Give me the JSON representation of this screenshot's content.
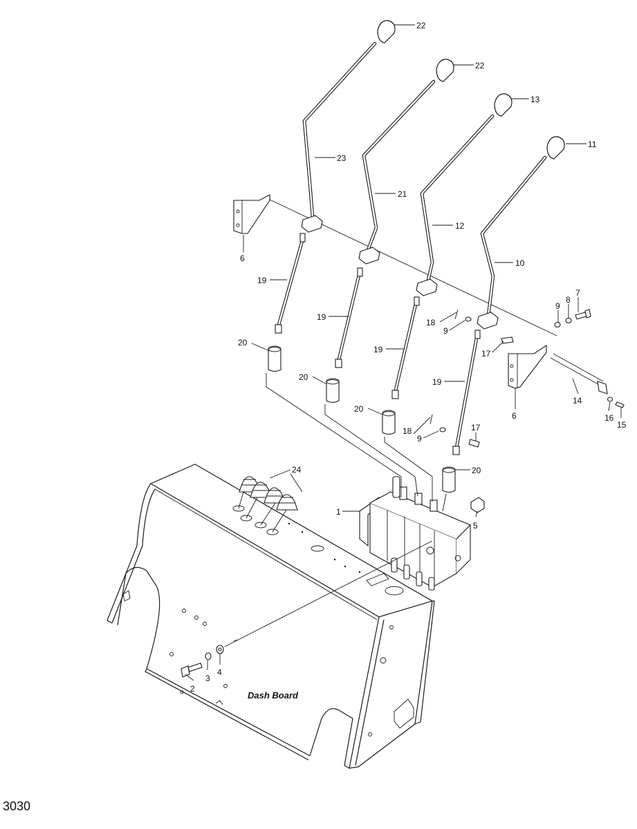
{
  "diagram": {
    "labels": {
      "dash_board": "Dash Board"
    },
    "callouts": [
      {
        "key": "c22a",
        "text": "22"
      },
      {
        "key": "c22b",
        "text": "22"
      },
      {
        "key": "c13",
        "text": "13"
      },
      {
        "key": "c11",
        "text": "11"
      },
      {
        "key": "c23",
        "text": "23"
      },
      {
        "key": "c21",
        "text": "21"
      },
      {
        "key": "c12",
        "text": "12"
      },
      {
        "key": "c10",
        "text": "10"
      },
      {
        "key": "c6a",
        "text": "6"
      },
      {
        "key": "c6b",
        "text": "6"
      },
      {
        "key": "c19a",
        "text": "19"
      },
      {
        "key": "c19b",
        "text": "19"
      },
      {
        "key": "c19c",
        "text": "19"
      },
      {
        "key": "c19d",
        "text": "19"
      },
      {
        "key": "c20a",
        "text": "20"
      },
      {
        "key": "c20b",
        "text": "20"
      },
      {
        "key": "c20c",
        "text": "20"
      },
      {
        "key": "c20d",
        "text": "20"
      },
      {
        "key": "c18a",
        "text": "18"
      },
      {
        "key": "c18b",
        "text": "18"
      },
      {
        "key": "c9a",
        "text": "9"
      },
      {
        "key": "c9b",
        "text": "9"
      },
      {
        "key": "c9c",
        "text": "9"
      },
      {
        "key": "c8",
        "text": "8"
      },
      {
        "key": "c7",
        "text": "7"
      },
      {
        "key": "c17a",
        "text": "17"
      },
      {
        "key": "c17b",
        "text": "17"
      },
      {
        "key": "c14",
        "text": "14"
      },
      {
        "key": "c16",
        "text": "16"
      },
      {
        "key": "c15",
        "text": "15"
      },
      {
        "key": "c24",
        "text": "24"
      },
      {
        "key": "c1",
        "text": "1"
      },
      {
        "key": "c5",
        "text": "5"
      },
      {
        "key": "c2",
        "text": "2"
      },
      {
        "key": "c3",
        "text": "3"
      },
      {
        "key": "c4",
        "text": "4"
      }
    ]
  },
  "page": {
    "number": "3030"
  }
}
